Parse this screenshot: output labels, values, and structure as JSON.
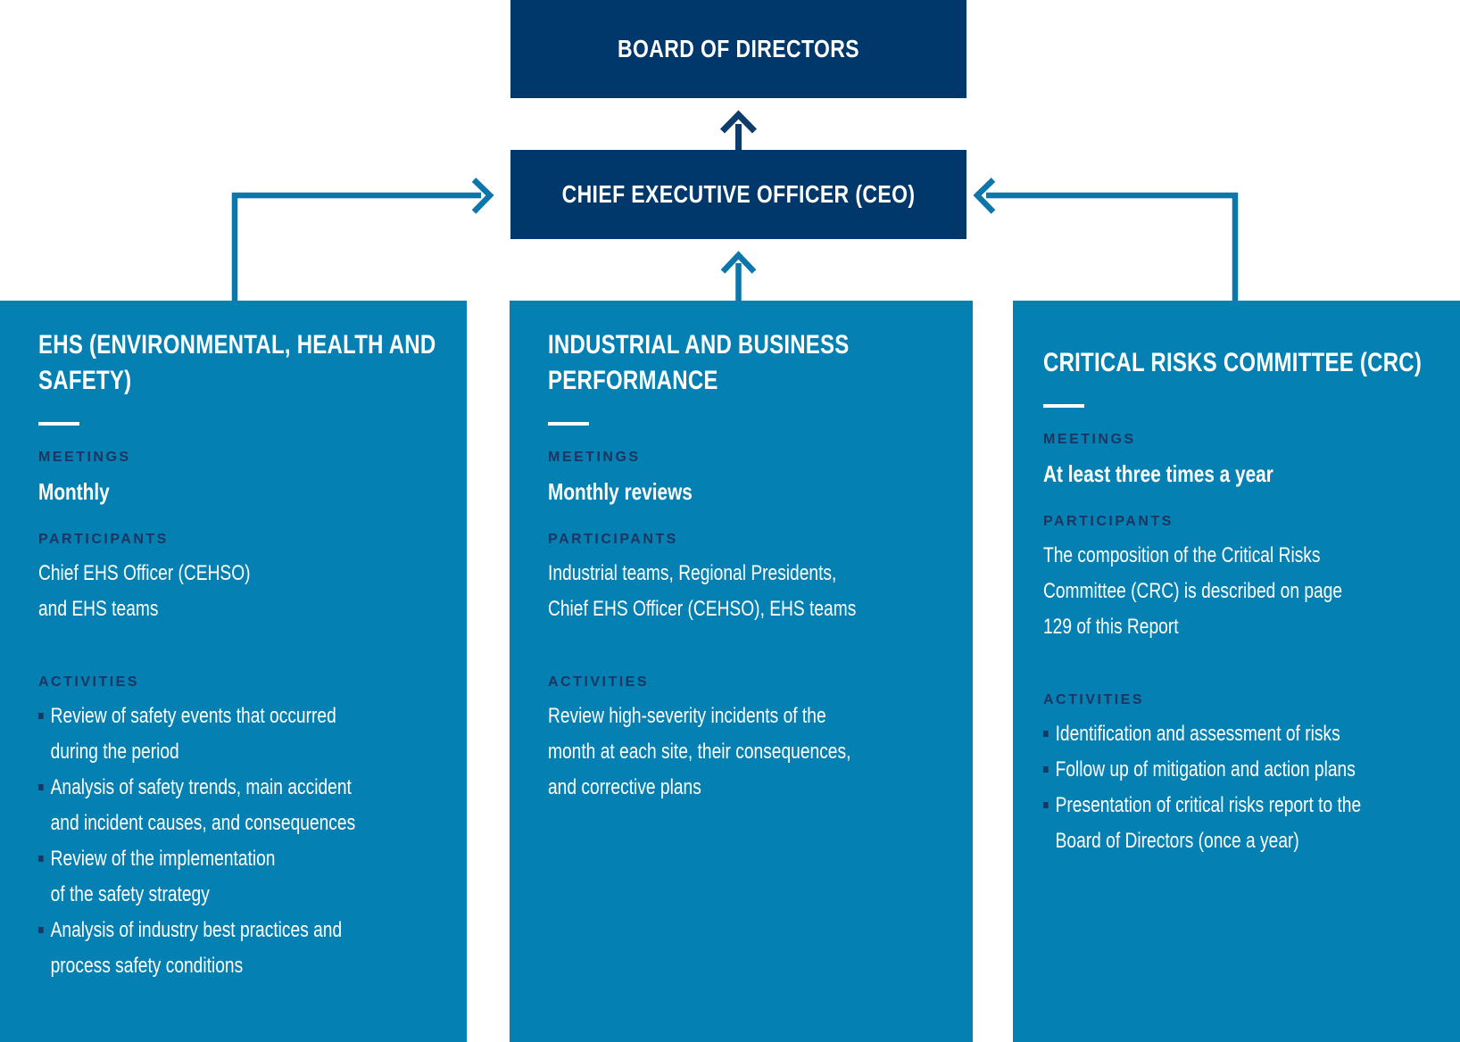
{
  "colors": {
    "navy_box": "#00386b",
    "panel_blue": "#0580b2",
    "connector_blue": "#0d76ab",
    "arrow_navy": "#0e3c6d",
    "label_navy": "#1c3561",
    "text_white": "#ffffff"
  },
  "hierarchy": {
    "board": {
      "label": "BOARD OF DIRECTORS"
    },
    "ceo": {
      "label": "CHIEF EXECUTIVE OFFICER (CEO)"
    }
  },
  "panels": [
    {
      "id": "ehs",
      "title": "EHS (ENVIRONMENTAL, HEALTH AND\nSAFETY)",
      "meetings_label": "MEETINGS",
      "meetings_value": "Monthly",
      "participants_label": "PARTICIPANTS",
      "participants_value": "Chief EHS Officer (CEHSO)\nand EHS teams",
      "activities_label": "ACTIVITIES",
      "activities_items": [
        "Review of safety events that occurred\nduring the period",
        "Analysis of safety trends, main accident\nand incident causes, and consequences",
        "Review of the implementation\nof the safety strategy",
        "Analysis of industry best practices and\nprocess safety conditions"
      ]
    },
    {
      "id": "industrial",
      "title": "INDUSTRIAL AND BUSINESS\nPERFORMANCE",
      "meetings_label": "MEETINGS",
      "meetings_value": "Monthly reviews",
      "participants_label": "PARTICIPANTS",
      "participants_value": "Industrial teams, Regional Presidents,\nChief EHS Officer (CEHSO), EHS teams",
      "activities_label": "ACTIVITIES",
      "activities_text": "Review high-severity incidents of the\nmonth at each site, their consequences,\nand corrective plans"
    },
    {
      "id": "crc",
      "title": "CRITICAL RISKS COMMITTEE (CRC)",
      "meetings_label": "MEETINGS",
      "meetings_value": "At least three times a year",
      "participants_label": "PARTICIPANTS",
      "participants_value": "The composition of the Critical Risks\nCommittee (CRC) is described on page\n129 of this Report",
      "activities_label": "ACTIVITIES",
      "activities_items": [
        "Identification and assessment of risks",
        "Follow up of mitigation and action plans",
        "Presentation of critical risks report to the\nBoard of Directors (once a year)"
      ]
    }
  ]
}
